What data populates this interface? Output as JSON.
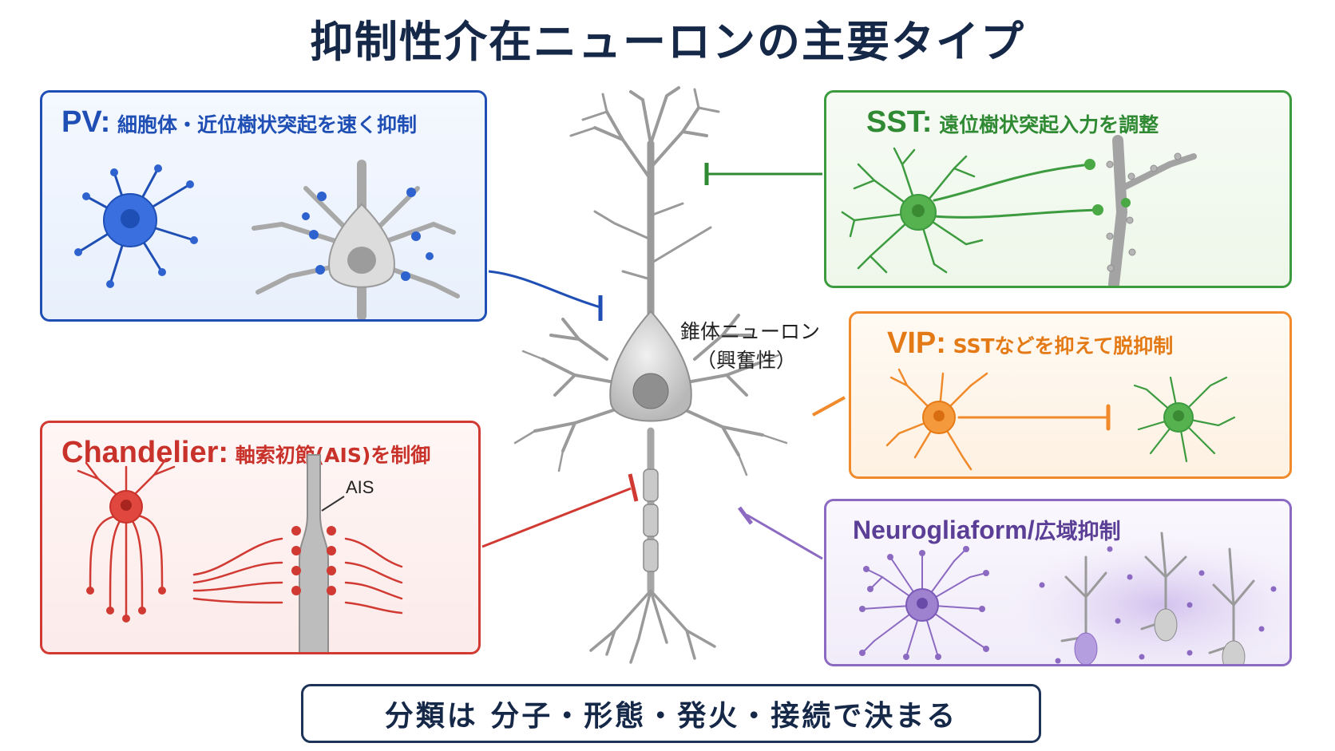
{
  "title": "抑制性介在ニューロンの主要タイプ",
  "pyramidal": {
    "name": "錐体ニューロン",
    "type": "（興奮性）"
  },
  "pv": {
    "key": "PV:",
    "desc": " 細胞体・近位樹状突起を速く抑制"
  },
  "sst": {
    "key": "SST:",
    "desc": " 遠位樹状突起入力を調整"
  },
  "vip": {
    "key": "VIP:",
    "desc": " SSTなどを抑えて脱抑制"
  },
  "chandelier": {
    "key": "Chandelier:",
    "desc": " 軸索初節(AIS)を制御",
    "ais_label": "AIS"
  },
  "neurogliaform": {
    "key": "Neurogliaform/",
    "desc": "広域抑制"
  },
  "footer": "分類は 分子・形態・発火・接続で決まる",
  "colors": {
    "pv": "#1f4fb5",
    "sst": "#3d9b3f",
    "vip": "#f08a2a",
    "chandelier": "#d13a33",
    "neurogliaform": "#8c6ac2",
    "navy": "#152848"
  }
}
